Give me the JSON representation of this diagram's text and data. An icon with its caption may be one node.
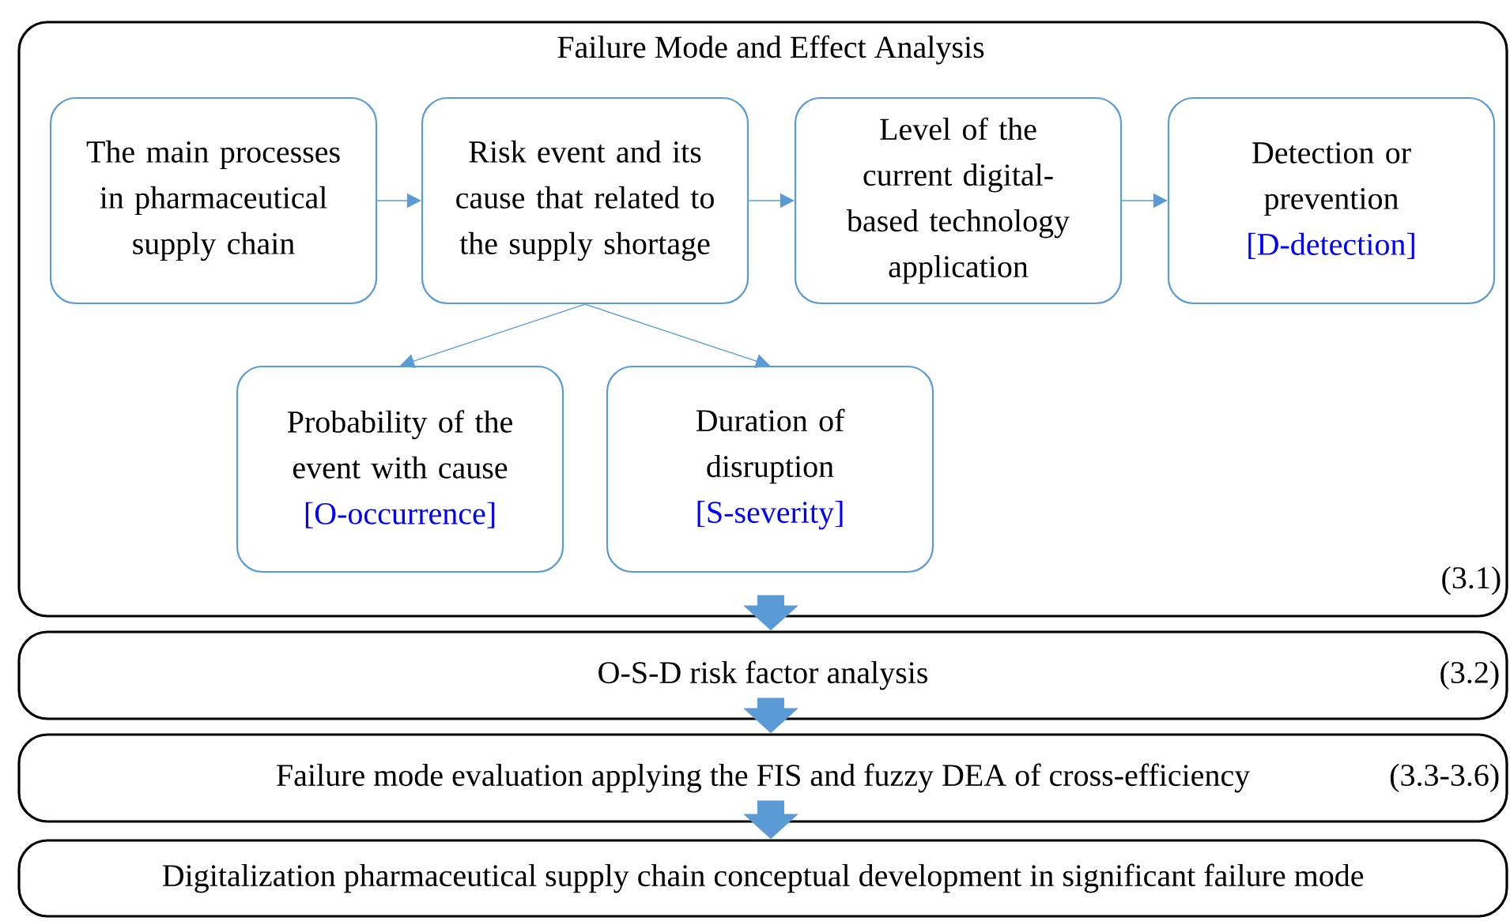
{
  "diagram": {
    "nodes": [
      {
        "text": [
          "Failure Mode and Effect Analysis",
          "(3.1)"
        ]
      },
      {
        "text": [
          "The main processes in pharmaceutical supply chain"
        ],
        "in": 0
      },
      {
        "text": [
          "Risk event and its cause that related to the supply shortage"
        ],
        "in": 0
      },
      {
        "text": [
          "Level of the current digital-based technology application"
        ],
        "in": 0
      },
      {
        "text": [
          "Detection or prevention",
          "[D-detection]"
        ],
        "in": 0
      },
      {
        "text": [
          "Probability of the event with cause",
          "[O-occurrence]"
        ],
        "in": 0
      },
      {
        "text": [
          "Duration of disruption",
          "[S-severity]"
        ],
        "in": 0
      },
      {
        "text": [
          "O-S-D risk factor analysis",
          "(3.2)"
        ]
      },
      {
        "text": [
          "Failure mode evaluation applying the FIS and fuzzy DEA of cross-efficiency",
          "(3.3-3.6)"
        ]
      },
      {
        "text": [
          "Digitalization pharmaceutical supply chain conceptual development in significant failure mode"
        ]
      }
    ],
    "edges": [
      {
        "from": 1,
        "to": 2,
        "arrow": "to"
      },
      {
        "from": 2,
        "to": 3,
        "arrow": "to"
      },
      {
        "from": 3,
        "to": 4,
        "arrow": "to"
      },
      {
        "from": 2,
        "to": 5,
        "arrow": "to"
      },
      {
        "from": 2,
        "to": 6,
        "arrow": "to"
      },
      {
        "from": 0,
        "to": 7,
        "arrow": "to",
        "style": "thick"
      },
      {
        "from": 7,
        "to": 8,
        "arrow": "to",
        "style": "thick"
      },
      {
        "from": 8,
        "to": 9,
        "arrow": "to",
        "style": "thick"
      }
    ]
  }
}
